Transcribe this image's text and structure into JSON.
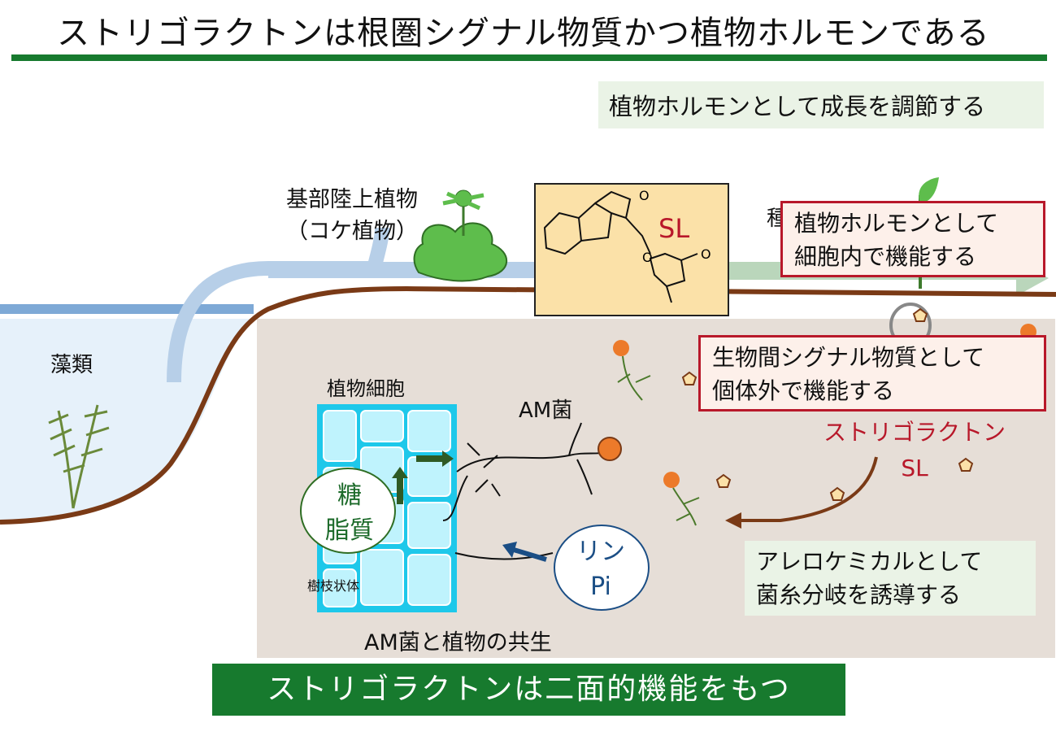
{
  "title": "ストリゴラクトンは根圏シグナル物質かつ植物ホルモンである",
  "hormone_banner": "植物ホルモンとして成長を調節する",
  "labels": {
    "moss_line1": "基部陸上植物",
    "moss_line2": "（コケ植物）",
    "algae": "藻類",
    "plant_cell": "植物細胞",
    "am_fungus": "AM菌",
    "dendrite": "樹枝状体",
    "symbiosis": "AM菌と植物の共生",
    "seed_partial": "種",
    "sl_structure": "SL"
  },
  "sugar_bubble": {
    "line1": "糖",
    "line2": "脂質"
  },
  "pi_bubble": {
    "line1": "リン",
    "line2": "Pi"
  },
  "box_hormone_cell": {
    "line1": "植物ホルモンとして",
    "line2": "細胞内で機能する"
  },
  "box_signal": {
    "line1": "生物間シグナル物質として",
    "line2": "個体外で機能する"
  },
  "strigolactone_label": {
    "line1": "ストリゴラクトン",
    "line2": "SL"
  },
  "allelochemical": {
    "line1": "アレロケミカルとして",
    "line2": "菌糸分岐を誘導する"
  },
  "bottom_banner": "ストリゴラクトンは二面的機能をもつ",
  "colors": {
    "accent_green": "#177a2e",
    "alert_red": "#b8182a",
    "soil": "#e6ded7",
    "root_line": "#7a3a16",
    "water": "#e6f1fa",
    "cell": "#1ec8ea",
    "spore": "#ec7a2a",
    "sl_box": "#fbe1a8"
  },
  "icons": [
    "pentagon-sl-icon",
    "spore-icon",
    "leaf-icon",
    "moss-icon",
    "algae-icon",
    "seedling-icon"
  ]
}
